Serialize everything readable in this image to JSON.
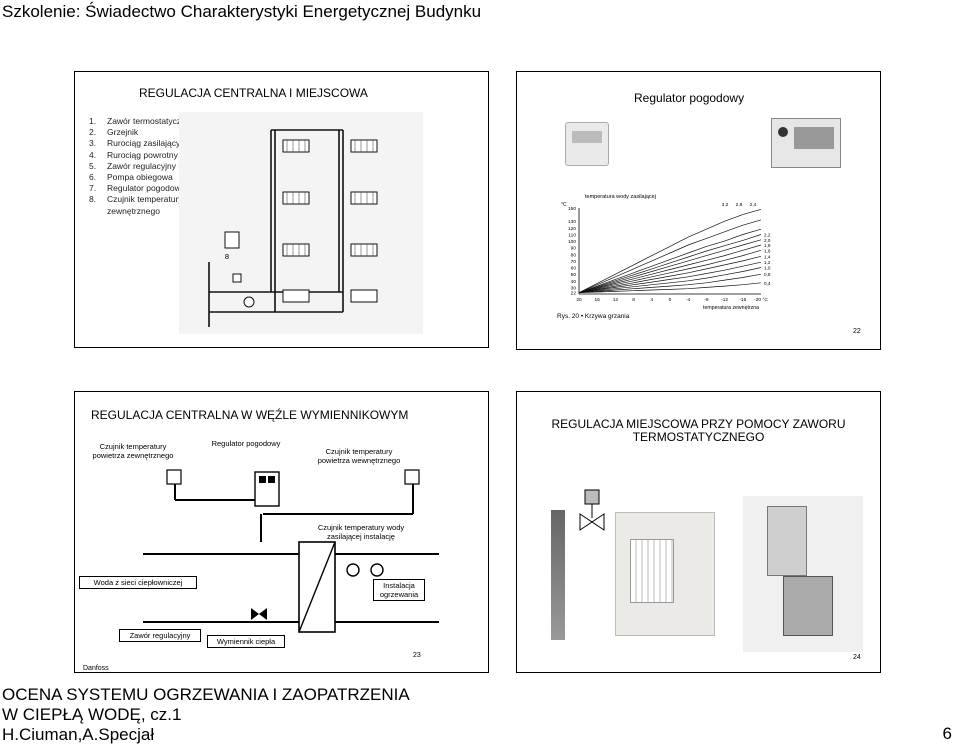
{
  "page": {
    "header": "Szkolenie: Świadectwo Charakterystyki Energetycznej Budynku",
    "footer_line1": "OCENA SYSTEMU OGRZEWANIA I ZAOPATRZENIA",
    "footer_line2": "W CIEPŁĄ WODĘ, cz.1",
    "footer_line3": "H.Ciuman,A.Specjał",
    "page_number": "6"
  },
  "slide1": {
    "title": "REGULACJA CENTRALNA I MIEJSCOWA",
    "legend": [
      {
        "n": "1.",
        "text": "Zawór termostatyczny"
      },
      {
        "n": "2.",
        "text": "Grzejnik"
      },
      {
        "n": "3.",
        "text": "Rurociąg zasilający"
      },
      {
        "n": "4.",
        "text": "Rurociąg powrotny"
      },
      {
        "n": "5.",
        "text": "Zawór regulacyjny mieszający"
      },
      {
        "n": "6.",
        "text": "Pompa obiegowa"
      },
      {
        "n": "7.",
        "text": "Regulator pogodowy"
      },
      {
        "n": "8.",
        "text": "Czujnik temperatury powietrza"
      },
      {
        "n": "",
        "text": "zewnętrznego"
      }
    ],
    "label_8": "8"
  },
  "slide2": {
    "title": "Regulator pogodowy",
    "number": "22",
    "chart_caption": "Rys. 20 • Krzywa grzania"
  },
  "slide3": {
    "title": "REGULACJA CENTRALNA W WĘŹLE WYMIENNIKOWYM",
    "sensor_outdoor": "Czujnik temperatury powietrza zewnętrznego",
    "regulator": "Regulator pogodowy",
    "sensor_indoor": "Czujnik temperatury powietrza wewnętrznego",
    "sensor_supply": "Czujnik temperatury wody zasilającej instalację",
    "district_water": "Woda z sieci ciepłowniczej",
    "installation": "Instalacja ogrzewania",
    "control_valve": "Zawór regulacyjny",
    "heat_exchanger": "Wymiennik ciepła",
    "brand": "Danfoss",
    "number": "23"
  },
  "slide4": {
    "title_line1": "REGULACJA MIEJSCOWA PRZY POMOCY ZAWORU",
    "title_line2": "TERMOSTATYCZNEGO",
    "number": "24"
  },
  "chart_data": {
    "type": "line",
    "title": "temperatura wody zasilającej",
    "xlabel": "temperatura zewnętrzna",
    "ylabel": "°C",
    "x": [
      20,
      16,
      12,
      8,
      4,
      0,
      -4,
      -8,
      -12,
      -16,
      -20
    ],
    "ylim": [
      20,
      150
    ],
    "y_ticks": [
      150,
      130,
      120,
      110,
      100,
      90,
      80,
      70,
      60,
      50,
      40,
      30,
      22
    ],
    "x_tick_labels": [
      "20",
      "16",
      "12",
      "8",
      "4",
      "0",
      "-4",
      "-8",
      "-12",
      "-16",
      "-20 °C"
    ],
    "series": [
      {
        "name": "3,2",
        "values": [
          22,
          36,
          50,
          64,
          78,
          92,
          106,
          118,
          130,
          140,
          148
        ]
      },
      {
        "name": "2,8",
        "values": [
          22,
          34,
          46,
          58,
          70,
          82,
          94,
          104,
          114,
          124,
          132
        ]
      },
      {
        "name": "2,4",
        "values": [
          22,
          32,
          42,
          52,
          62,
          72,
          82,
          92,
          100,
          110,
          118
        ]
      },
      {
        "name": "2,2",
        "values": [
          22,
          31,
          40,
          49,
          58,
          67,
          76,
          85,
          93,
          101,
          110
        ]
      },
      {
        "name": "2,0",
        "values": [
          22,
          30,
          38,
          46,
          54,
          62,
          70,
          78,
          86,
          94,
          102
        ]
      },
      {
        "name": "1,8",
        "values": [
          22,
          29,
          36,
          43,
          50,
          57,
          64,
          71,
          78,
          86,
          94
        ]
      },
      {
        "name": "1,6",
        "values": [
          22,
          28,
          34,
          40,
          46,
          52,
          58,
          64,
          71,
          78,
          86
        ]
      },
      {
        "name": "1,4",
        "values": [
          22,
          27,
          32,
          37,
          42,
          47,
          52,
          58,
          64,
          70,
          77
        ]
      },
      {
        "name": "1,2",
        "values": [
          22,
          26,
          30,
          34,
          38,
          42,
          46,
          51,
          56,
          62,
          68
        ]
      },
      {
        "name": "1,0",
        "values": [
          22,
          25,
          28,
          31,
          34,
          37,
          40,
          44,
          49,
          54,
          60
        ]
      },
      {
        "name": "0,8",
        "values": [
          22,
          24,
          26,
          28,
          30,
          32,
          34,
          37,
          41,
          45,
          50
        ]
      },
      {
        "name": "0,4",
        "values": [
          22,
          23,
          24,
          25,
          26,
          27,
          28,
          30,
          32,
          34,
          37
        ]
      }
    ],
    "legend_position": "right",
    "grid": false
  }
}
